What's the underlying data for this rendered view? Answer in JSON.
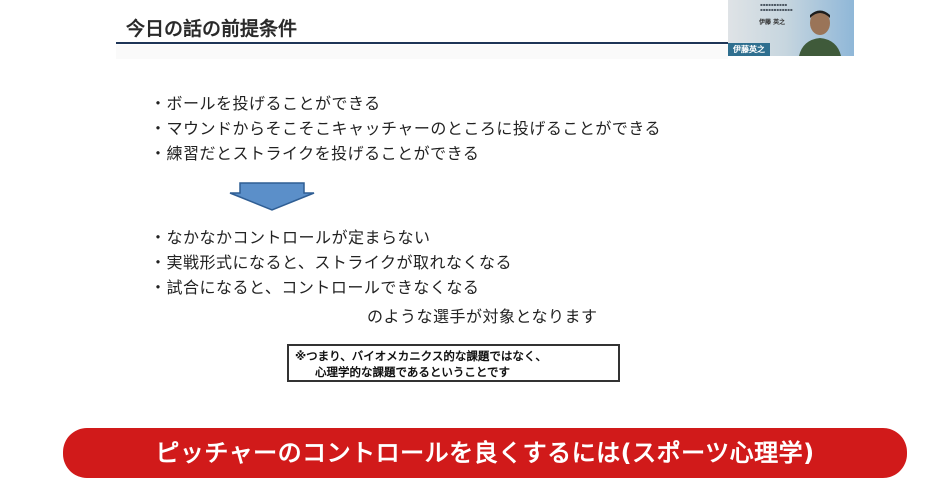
{
  "slide": {
    "title": "今日の話の前提条件",
    "bullets_a": [
      "・ボールを投げることができる",
      "・マウンドからそこそこキャッチャーのところに投げることができる",
      "・練習だとストライクを投げることができる"
    ],
    "bullets_b": [
      "・なかなかコントロールが定まらない",
      "・実戦形式になると、ストライクが取れなくなる",
      "・試合になると、コントロールできなくなる"
    ],
    "target_line": "のような選手が対象となります",
    "note_line1": "※つまり、バイオメカニクス的な課題ではなく、",
    "note_line2": "心理学的な課題であるということです"
  },
  "camera": {
    "name_plate": "伊藤 英之",
    "name_tag": "伊藤英之"
  },
  "caption": {
    "text": "ピッチャーのコントロールを良くするには(スポーツ心理学)"
  },
  "colors": {
    "title_rule": "#1e3557",
    "arrow_fill": "#5b8fc9",
    "banner": "#d11a1a"
  },
  "icons": {
    "arrow": "down-arrow-icon"
  }
}
